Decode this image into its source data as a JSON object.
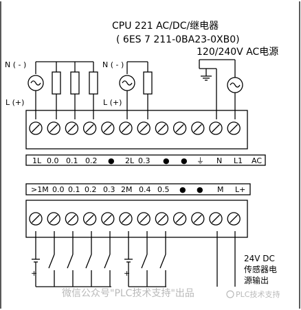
{
  "header": {
    "line1": "CPU 221 AC/DC/继电器",
    "line2": "( 6ES 7 211-0BA23-0XB0)",
    "supply": "120/240V AC电源"
  },
  "top_labels": {
    "n_left": "N ( - )",
    "l_left": "L (+)",
    "n_mid": "N ( - )",
    "l_mid": "L (+)"
  },
  "output_row": [
    "1L",
    "0.0",
    "0.1",
    "0.2",
    "●",
    "2L",
    "0.3",
    "●",
    "●",
    "⏚",
    "N",
    "L1",
    "AC"
  ],
  "input_row": [
    ">1M",
    "0.0",
    "0.1",
    "0.2",
    "0.3",
    "2M",
    "0.4",
    "0.5",
    "●",
    "●",
    "M",
    "L+"
  ],
  "sensor_supply": {
    "line1": "24V DC",
    "line2": "传感器电",
    "line3": "源输出"
  },
  "watermark": {
    "text": "微信公众号\"PLC技术支持\"出品",
    "brand": "PLC技术支持"
  }
}
